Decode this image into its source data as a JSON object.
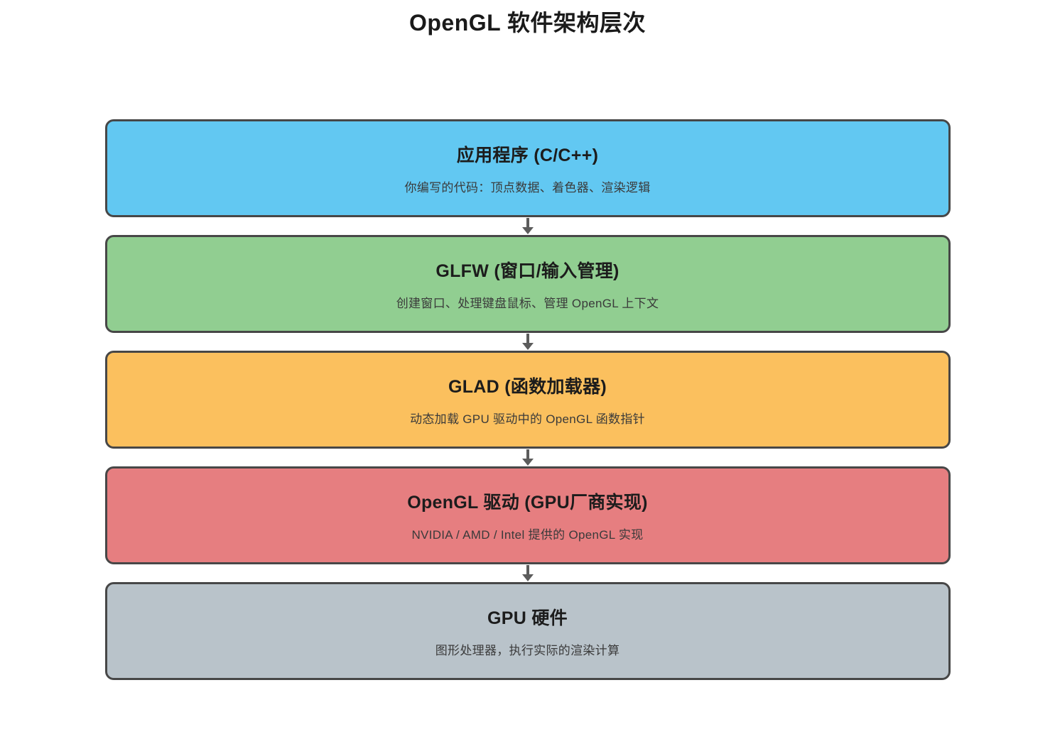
{
  "title": "OpenGL 软件架构层次",
  "layers": [
    {
      "name": "应用程序 (C/C++)",
      "desc": "你编写的代码：顶点数据、着色器、渲染逻辑",
      "color": "#62C8F2"
    },
    {
      "name": "GLFW (窗口/输入管理)",
      "desc": "创建窗口、处理键盘鼠标、管理 OpenGL 上下文",
      "color": "#91CE91"
    },
    {
      "name": "GLAD (函数加载器)",
      "desc": "动态加载 GPU 驱动中的 OpenGL 函数指针",
      "color": "#FBC05E"
    },
    {
      "name": "OpenGL 驱动 (GPU厂商实现)",
      "desc": "NVIDIA / AMD / Intel 提供的 OpenGL 实现",
      "color": "#E67E80"
    },
    {
      "name": "GPU 硬件",
      "desc": "图形处理器，执行实际的渲染计算",
      "color": "#B9C3CA"
    }
  ],
  "style": {
    "border_color": "#474747",
    "arrow_color": "#5C5C5C",
    "background": "#FFFFFF"
  }
}
